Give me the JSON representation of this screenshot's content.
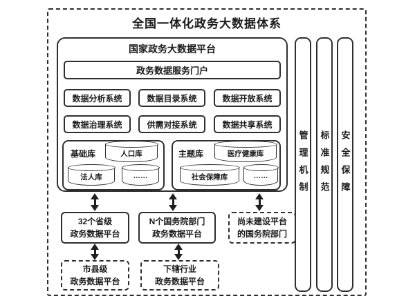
{
  "title": "全国一体化政务大数据体系",
  "platform": {
    "title": "国家政务大数据平台",
    "portal": "政务数据服务门户",
    "systems": [
      "数据分析系统",
      "数据目录系统",
      "数据开放系统",
      "数据治理系统",
      "供需对接系统",
      "数据共享系统"
    ],
    "base_library": {
      "label": "基础库",
      "databases": [
        "人口库",
        "法人库",
        "……"
      ]
    },
    "theme_library": {
      "label": "主题库",
      "databases": [
        "医疗健康库",
        "社会保障库",
        "……"
      ]
    }
  },
  "mid_nodes": [
    {
      "line1": "32个省级",
      "line2": "政务数据平台"
    },
    {
      "line1": "N个国务院部门",
      "line2": "政务数据平台"
    },
    {
      "line1": "尚未建设平台",
      "line2": "的国务院部门"
    }
  ],
  "bottom_nodes": [
    {
      "line1": "市县级",
      "line2": "政务数据平台"
    },
    {
      "line1": "下辖行业",
      "line2": "政务数据平台"
    }
  ],
  "pillars": [
    {
      "label": "管理机制"
    },
    {
      "label": "标准规范"
    },
    {
      "label": "安全保障"
    }
  ],
  "colors": {
    "border": "#2e2e2e",
    "text": "#1a1a1a",
    "background": "#ffffff"
  }
}
